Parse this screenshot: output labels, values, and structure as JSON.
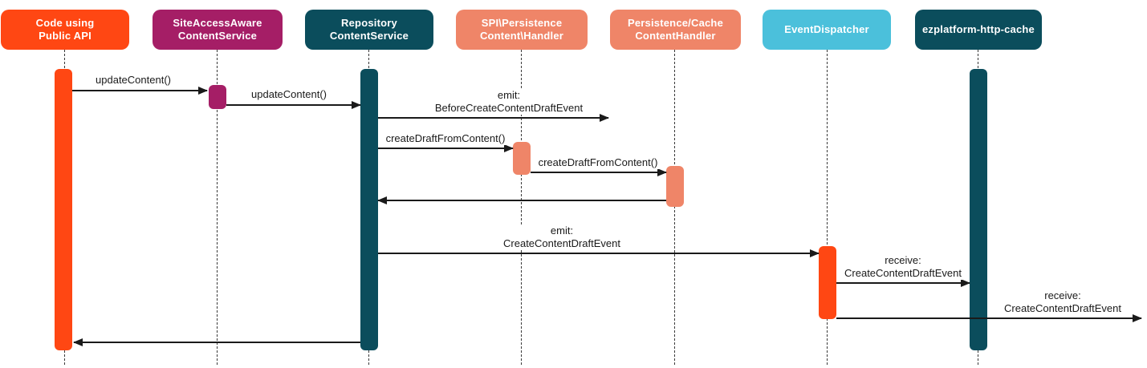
{
  "diagram": {
    "type": "sequence",
    "participants": [
      {
        "id": "code-using-public-api",
        "label": "Code using\nPublic API",
        "color": "orange"
      },
      {
        "id": "siteaccess-aware-contentservice",
        "label": "SiteAccessAware\nContentService",
        "color": "magenta"
      },
      {
        "id": "repository-contentservice",
        "label": "Repository\nContentService",
        "color": "teal"
      },
      {
        "id": "spi-persistence-content-handler",
        "label": "SPI\\Persistence\nContent\\Handler",
        "color": "salmon"
      },
      {
        "id": "persistence-cache-contenthandler",
        "label": "Persistence/Cache\nContentHandler",
        "color": "salmon"
      },
      {
        "id": "event-dispatcher",
        "label": "EventDispatcher",
        "color": "lightblue"
      },
      {
        "id": "ezplatform-http-cache",
        "label": "ezplatform-http-cache",
        "color": "teal"
      }
    ],
    "messages": [
      {
        "from": "code-using-public-api",
        "to": "siteaccess-aware-contentservice",
        "label": "updateContent()",
        "kind": "call"
      },
      {
        "from": "siteaccess-aware-contentservice",
        "to": "repository-contentservice",
        "label": "updateContent()",
        "kind": "call"
      },
      {
        "from": "repository-contentservice",
        "to": null,
        "label": "emit:\nBeforeCreateContentDraftEvent",
        "kind": "emit"
      },
      {
        "from": "repository-contentservice",
        "to": "spi-persistence-content-handler",
        "label": "createDraftFromContent()",
        "kind": "call"
      },
      {
        "from": "spi-persistence-content-handler",
        "to": "persistence-cache-contenthandler",
        "label": "createDraftFromContent()",
        "kind": "call"
      },
      {
        "from": "persistence-cache-contenthandler",
        "to": "repository-contentservice",
        "label": "",
        "kind": "return"
      },
      {
        "from": "repository-contentservice",
        "to": "event-dispatcher",
        "label": "emit:\nCreateContentDraftEvent",
        "kind": "emit"
      },
      {
        "from": "event-dispatcher",
        "to": "ezplatform-http-cache",
        "label": "receive:\nCreateContentDraftEvent",
        "kind": "call"
      },
      {
        "from": "event-dispatcher",
        "to": null,
        "label": "receive:\nCreateContentDraftEvent",
        "kind": "call"
      },
      {
        "from": "repository-contentservice",
        "to": "code-using-public-api",
        "label": "",
        "kind": "return"
      }
    ]
  },
  "colors": {
    "orange": "#FF4713",
    "magenta": "#A51E66",
    "teal": "#0B4D5C",
    "salmon": "#EF8568",
    "lightblue": "#4BC0DB",
    "line": "#1A1A1A",
    "lifeline": "#3A3A3A",
    "background": "#FFFFFF"
  }
}
